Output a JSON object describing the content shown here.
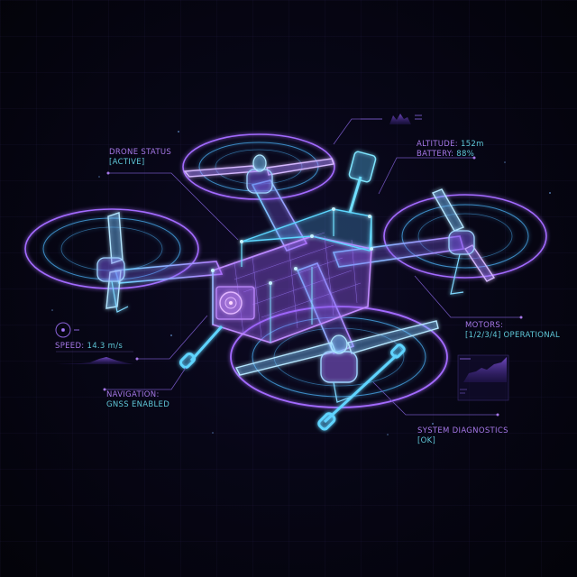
{
  "colors": {
    "background": "#05040d",
    "label_key": "#a678e8",
    "label_value": "#5fc8d8",
    "wire_cyan": "#4fd6ff",
    "wire_violet": "#b57bff",
    "leader_line": "#7a58c8"
  },
  "callouts": {
    "drone_status": {
      "key": "DRONE STATUS",
      "value": "[ACTIVE]"
    },
    "altitude": {
      "key": "ALTITUDE: ",
      "value": "152m"
    },
    "battery": {
      "key": "BATTERY: ",
      "value": "88%"
    },
    "motors": {
      "key": "MOTORS:",
      "value": "[1/2/3/4] OPERATIONAL"
    },
    "speed": {
      "key": "SPEED: ",
      "value": "14.3 m/s"
    },
    "navigation": {
      "key": "NAVIGATION:",
      "value": "GNSS ENABLED"
    },
    "system_diagnostics": {
      "key": "SYSTEM DIAGNOSTICS",
      "value": "[OK]"
    }
  },
  "widgets": {
    "top_sparkline": "dual-peak-waveform-icon",
    "speed_sparkline": "speed-waveform",
    "diagnostics_chart": "rising-area-chart",
    "radar_icon": "target-reticle-icon"
  },
  "subject": {
    "description": "holographic wireframe quadcopter drone",
    "propellers": 4,
    "camera": "front-mounted-camera",
    "antenna": "top-rear-antenna"
  }
}
